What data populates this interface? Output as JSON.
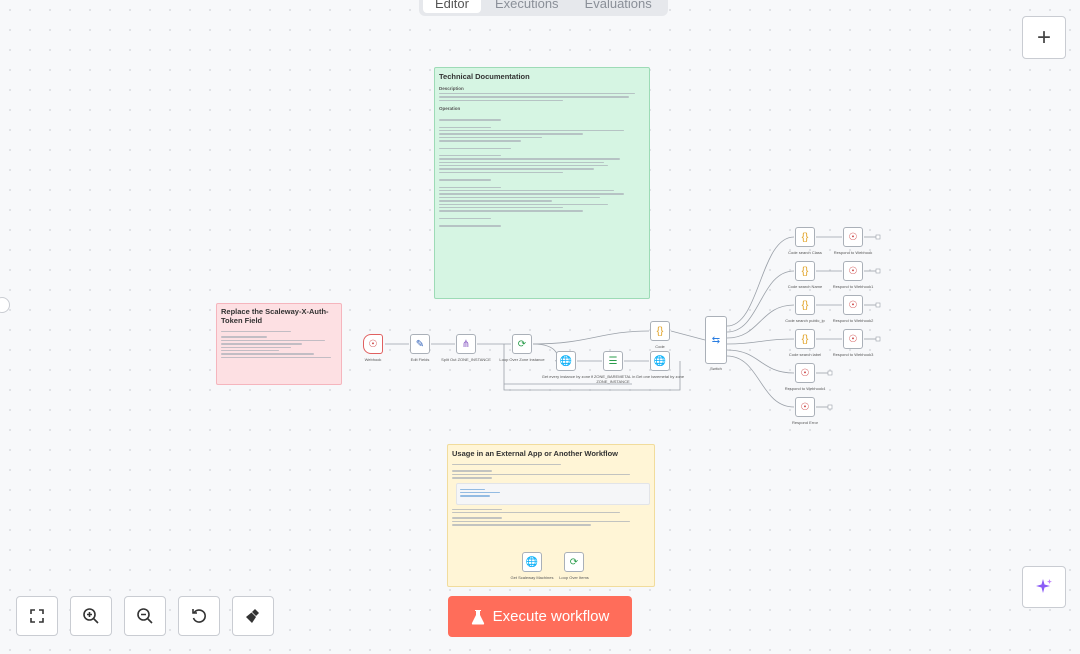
{
  "tabs": [
    {
      "label": "Editor",
      "active": true
    },
    {
      "label": "Executions",
      "active": false
    },
    {
      "label": "Evaluations",
      "active": false
    }
  ],
  "zoom_in_plus": "+",
  "notes": {
    "technical": {
      "title": "Technical Documentation",
      "sections": [
        "Description",
        "Operation"
      ]
    },
    "replace": {
      "title": "Replace the Scaleway-X-Auth-Token Field"
    },
    "usage": {
      "title": "Usage in an External App or Another Workflow"
    }
  },
  "nodes": {
    "webhook": "Webhook",
    "edit_fields": "Edit Fields",
    "split_out": "Split Out ZONE_INSTANCE",
    "loop_over_zone": "Loop Over Zone Instance",
    "get_instance": "Get every instance by zone",
    "if_zone": "If ZONE_BAREMETAL in ZONE_INSTANCE",
    "get_baremetal": "Get one baremetal by zone",
    "code": "Code",
    "switch": "Switch",
    "code_class": "Code search Class",
    "code_name": "Code search Name",
    "code_public": "Code search public_ip",
    "code_label": "Code search label",
    "respond_1": "Respond to Webhook",
    "respond_2": "Respond to Webhook1",
    "respond_3": "Respond to Webhook2",
    "respond_4": "Respond to Webhook3",
    "respond_5": "Respond to Webhook4",
    "respond_error": "Respond Error",
    "get_scaleway": "Get Scaleway Machines",
    "loop_items": "Loop Over Items"
  },
  "execute_label": "Execute workflow",
  "colors": {
    "accent": "#ff6d5a",
    "note_green": "#d6f5e3",
    "note_red": "#fde0e3",
    "note_yellow": "#fff5d6"
  }
}
